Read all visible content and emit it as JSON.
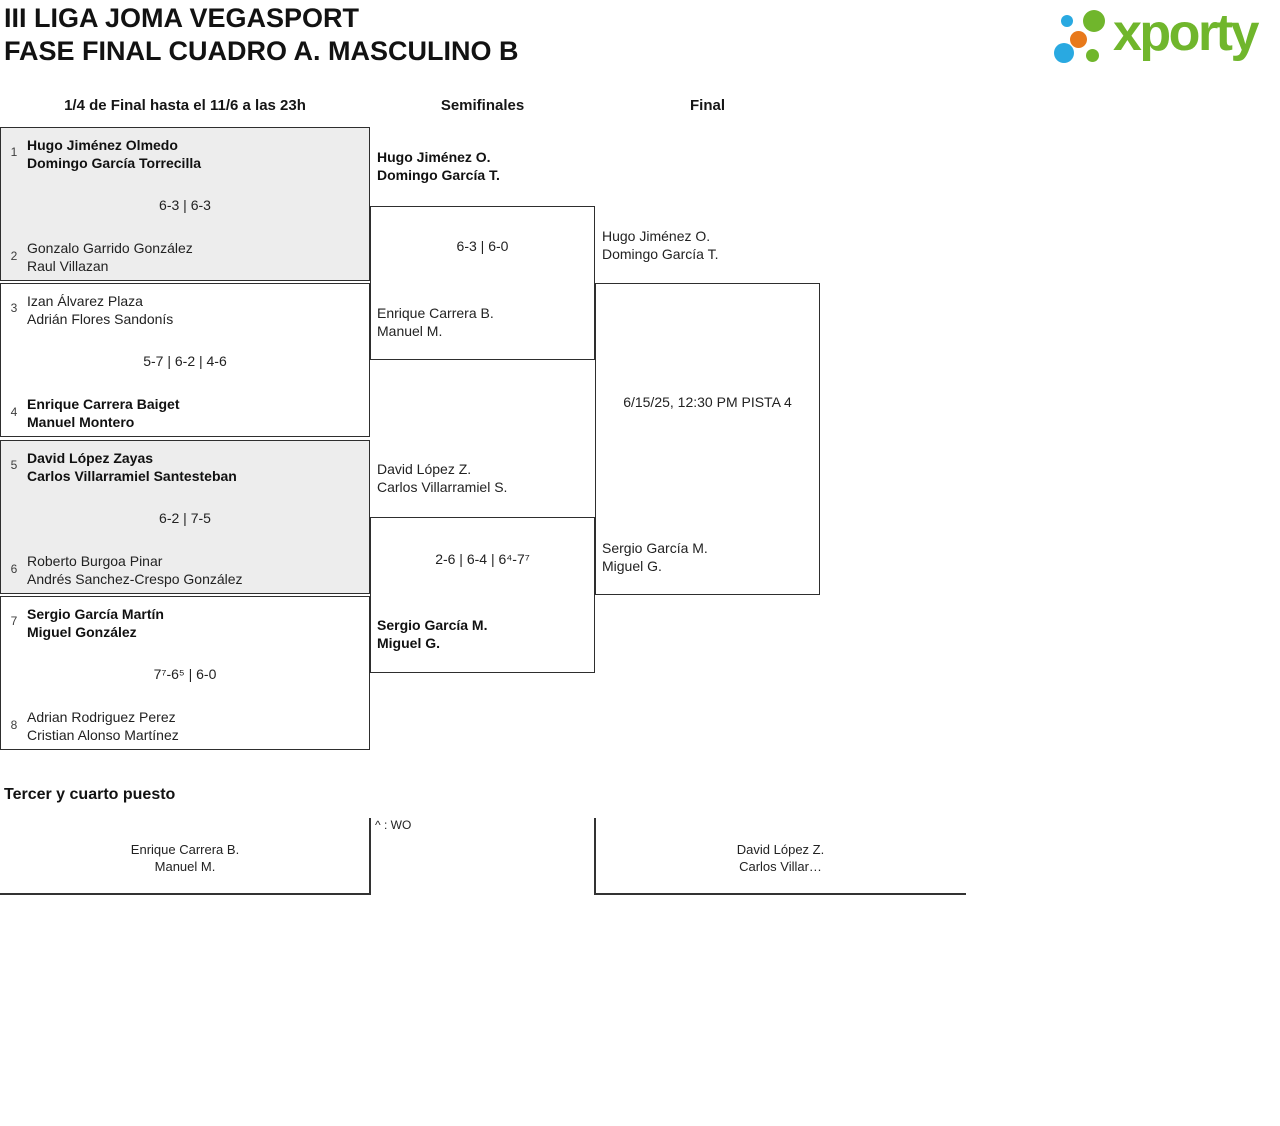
{
  "header": {
    "title_line1": "III LIGA JOMA VEGASPORT",
    "title_line2": "FASE FINAL CUADRO A. MASCULINO B"
  },
  "logo": {
    "text": "xporty"
  },
  "colors": {
    "logo_green": "#70b62c",
    "logo_blue": "#29a9e1",
    "logo_orange": "#e8791b",
    "match_alt_background": "#ededed",
    "line_color": "#2e2e2e"
  },
  "round_headers": {
    "quarterfinals": "1/4 de Final hasta el 11/6 a las 23h",
    "semifinals": "Semifinales",
    "final": "Final"
  },
  "quarterfinals": [
    {
      "seed_top": "1",
      "team_top_line1": "Hugo Jiménez Olmedo",
      "team_top_line2": "Domingo García Torrecilla",
      "score": "6-3 | 6-3",
      "seed_bottom": "2",
      "team_bottom_line1": "Gonzalo Garrido González",
      "team_bottom_line2": "Raul Villazan"
    },
    {
      "seed_top": "3",
      "team_top_line1": "Izan Álvarez Plaza",
      "team_top_line2": "Adrián Flores Sandonís",
      "score": "5-7 | 6-2 | 4-6",
      "seed_bottom": "4",
      "team_bottom_line1": "Enrique Carrera Baiget",
      "team_bottom_line2": "Manuel Montero"
    },
    {
      "seed_top": "5",
      "team_top_line1": "David López Zayas",
      "team_top_line2": "Carlos Villarramiel Santesteban",
      "score": "6-2 | 7-5",
      "seed_bottom": "6",
      "team_bottom_line1": "Roberto Burgoa Pinar",
      "team_bottom_line2": "Andrés Sanchez-Crespo González"
    },
    {
      "seed_top": "7",
      "team_top_line1": "Sergio García Martín",
      "team_top_line2": "Miguel González",
      "score": "7⁷-6⁵ | 6-0",
      "seed_bottom": "8",
      "team_bottom_line1": "Adrian Rodriguez Perez",
      "team_bottom_line2": "Cristian Alonso Martínez"
    }
  ],
  "semifinals": [
    {
      "team_top_line1": "Hugo Jiménez O.",
      "team_top_line2": "Domingo García T.",
      "score": "6-3 | 6-0",
      "team_bottom_line1": "Enrique Carrera B.",
      "team_bottom_line2": "Manuel M."
    },
    {
      "team_top_line1": "David López Z.",
      "team_top_line2": "Carlos Villarramiel S.",
      "score": "2-6 | 6-4 | 6⁴-7⁷",
      "team_bottom_line1": "Sergio García M.",
      "team_bottom_line2": "Miguel G."
    }
  ],
  "final": {
    "team_top_line1": "Hugo Jiménez O.",
    "team_top_line2": "Domingo García T.",
    "match_info": "6/15/25, 12:30 PM PISTA 4",
    "team_bottom_line1": "Sergio García M.",
    "team_bottom_line2": "Miguel G."
  },
  "third_place": {
    "heading": "Tercer y cuarto puesto",
    "wo_note": "^ : WO",
    "team_left_line1": "Enrique Carrera B.",
    "team_left_line2": "Manuel M.",
    "team_right_line1": "David López Z.",
    "team_right_line2": "Carlos Villar…"
  }
}
